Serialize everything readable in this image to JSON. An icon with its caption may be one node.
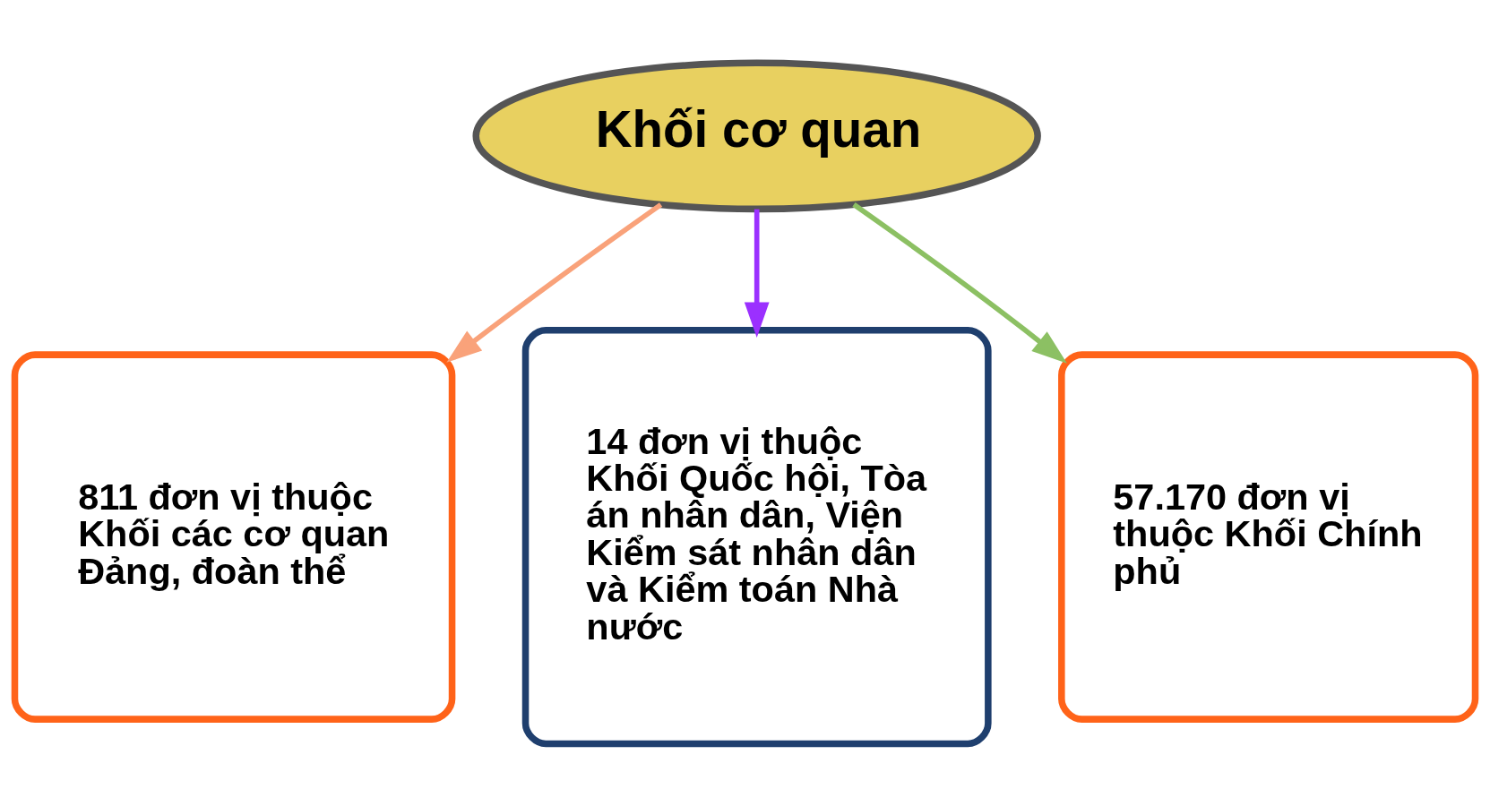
{
  "diagram": {
    "nodes": [
      {
        "text": [
          "Khối cơ quan"
        ]
      },
      {
        "text": [
          "811 đơn vị thuộc Khối các cơ quan Đảng, đoàn thể"
        ]
      },
      {
        "text": [
          "14 đơn vị thuộc Khối Quốc hội, Tòa án nhân dân, Viện Kiểm sát nhân dân và Kiểm toán Nhà nước"
        ]
      },
      {
        "text": [
          "57.170 đơn vị thuộc Khối Chính phủ"
        ]
      }
    ],
    "edges": [
      {
        "from": 0,
        "to": 1,
        "arrow": "to",
        "color": "#f9a27a"
      },
      {
        "from": 0,
        "to": 2,
        "arrow": "to",
        "color": "#9b30ff"
      },
      {
        "from": 0,
        "to": 3,
        "arrow": "to",
        "color": "#8cc063"
      }
    ]
  }
}
